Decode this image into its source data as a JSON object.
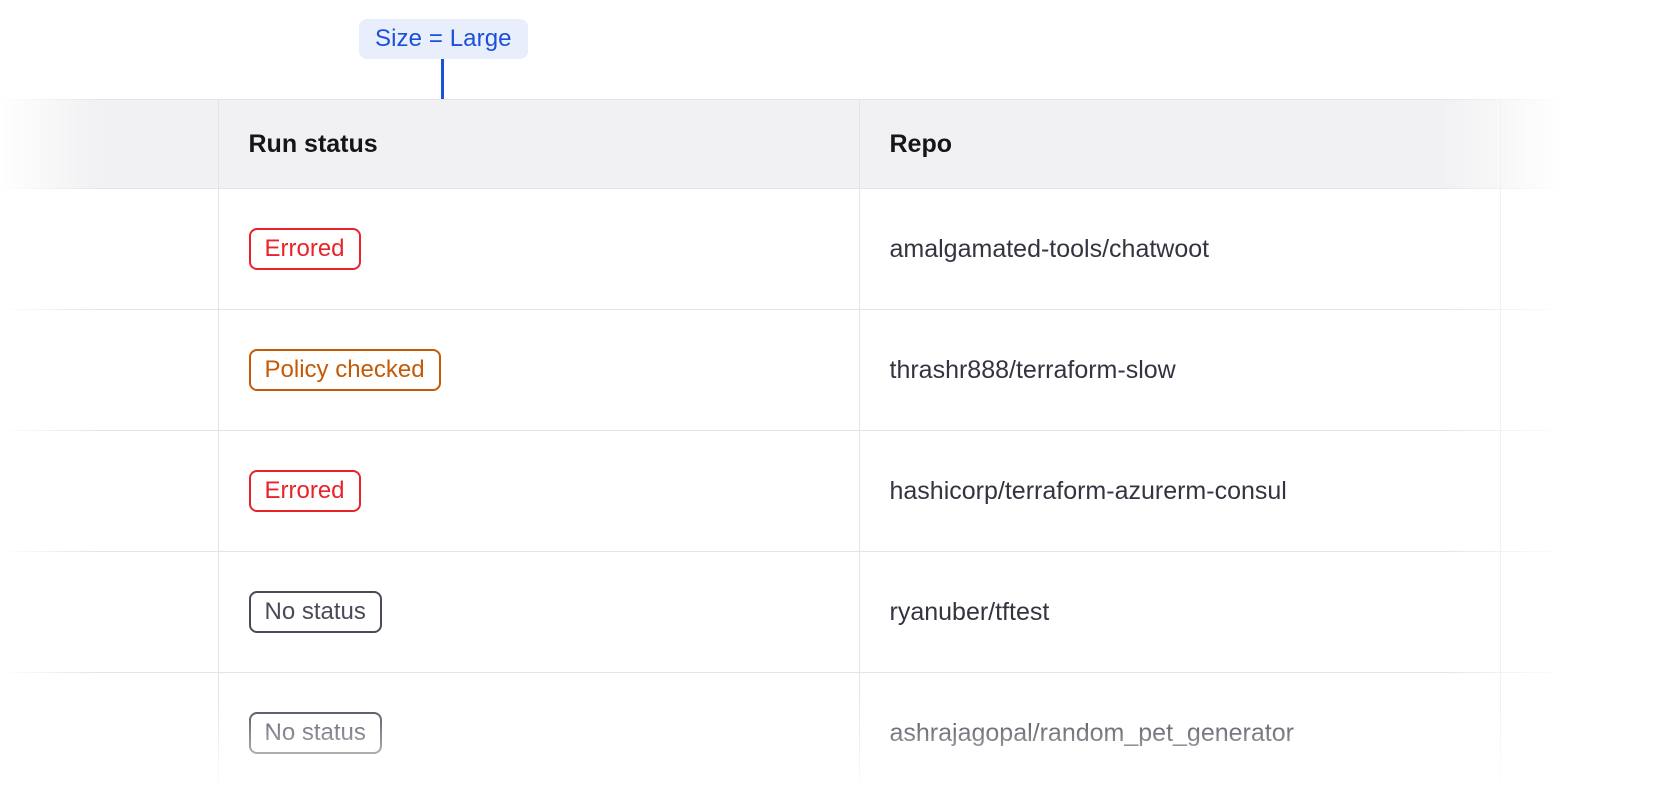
{
  "annotation": {
    "label": "Size = Large",
    "accent_color": "#1b50d8",
    "background_color": "#e8eefc"
  },
  "table": {
    "columns": [
      {
        "key": "gutter",
        "label": ""
      },
      {
        "key": "run_status",
        "label": "Run status"
      },
      {
        "key": "repo",
        "label": "Repo"
      },
      {
        "key": "tail",
        "label": ""
      }
    ],
    "rows": [
      {
        "run_status": "Errored",
        "status_variant": "errored",
        "repo": "amalgamated-tools/chatwoot"
      },
      {
        "run_status": "Policy checked",
        "status_variant": "policy-checked",
        "repo": "thrashr888/terraform-slow"
      },
      {
        "run_status": "Errored",
        "status_variant": "errored",
        "repo": "hashicorp/terraform-azurerm-consul"
      },
      {
        "run_status": "No status",
        "status_variant": "no-status",
        "repo": "ryanuber/tftest"
      },
      {
        "run_status": "No status",
        "status_variant": "no-status",
        "repo": "ashrajagopal/random_pet_generator"
      }
    ],
    "status_colors": {
      "errored": "#e8242a",
      "policy-checked": "#c45a07",
      "no-status": "#4a4a58"
    }
  }
}
